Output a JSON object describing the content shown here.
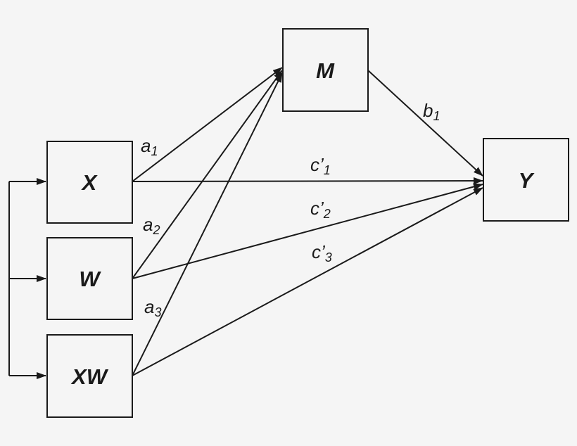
{
  "diagram": {
    "type": "statistical-path-model",
    "colors": {
      "background": "#f5f5f5",
      "line": "#1a1a1a",
      "box_fill": "none"
    },
    "boxes": [
      {
        "id": "X",
        "label": "X"
      },
      {
        "id": "W",
        "label": "W"
      },
      {
        "id": "XW",
        "label": "XW"
      },
      {
        "id": "M",
        "label": "M"
      },
      {
        "id": "Y",
        "label": "Y"
      }
    ],
    "paths": [
      {
        "from": "X",
        "to": "M",
        "label": "a1",
        "label_main": "a",
        "label_sub": "1"
      },
      {
        "from": "W",
        "to": "M",
        "label": "a2",
        "label_main": "a",
        "label_sub": "2"
      },
      {
        "from": "XW",
        "to": "M",
        "label": "a3",
        "label_main": "a",
        "label_sub": "3"
      },
      {
        "from": "M",
        "to": "Y",
        "label": "b1",
        "label_main": "b",
        "label_sub": "1"
      },
      {
        "from": "X",
        "to": "Y",
        "label": "c'1",
        "label_main": "c’",
        "label_sub": "1"
      },
      {
        "from": "W",
        "to": "Y",
        "label": "c'2",
        "label_main": "c’",
        "label_sub": "2"
      },
      {
        "from": "XW",
        "to": "Y",
        "label": "c'3",
        "label_main": "c’",
        "label_sub": "3"
      }
    ],
    "exogenous_connector": {
      "connects": [
        "X",
        "W",
        "XW"
      ]
    }
  }
}
